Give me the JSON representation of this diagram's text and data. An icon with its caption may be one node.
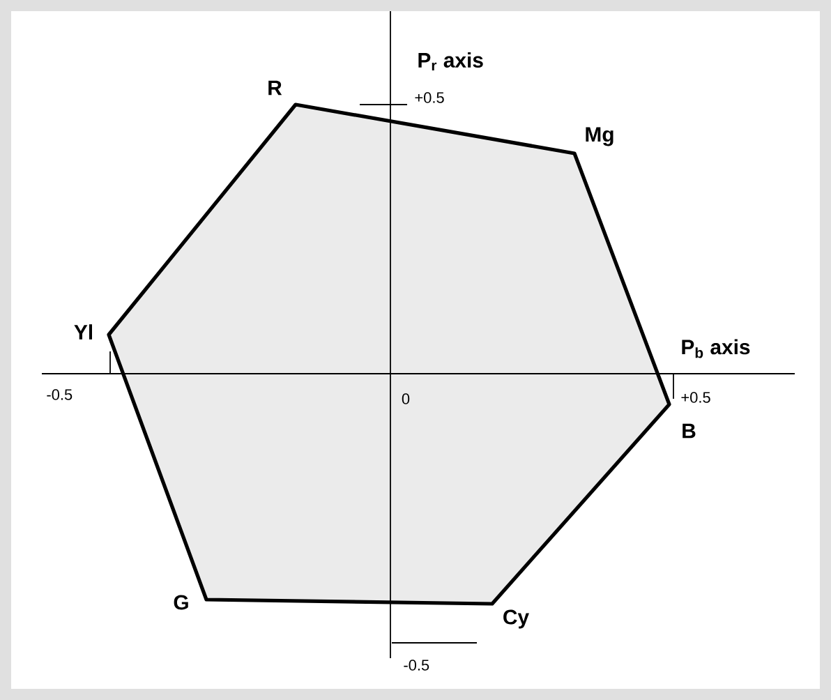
{
  "diagram": {
    "labels": [
      "P$_{r}$ axis",
      "R",
      "+0.5",
      "Mg",
      "Yl",
      "P$_{b}$ axis",
      "-0.5",
      "0",
      "+0.5",
      "B",
      "G",
      "-0.5",
      "Cy"
    ]
  }
}
